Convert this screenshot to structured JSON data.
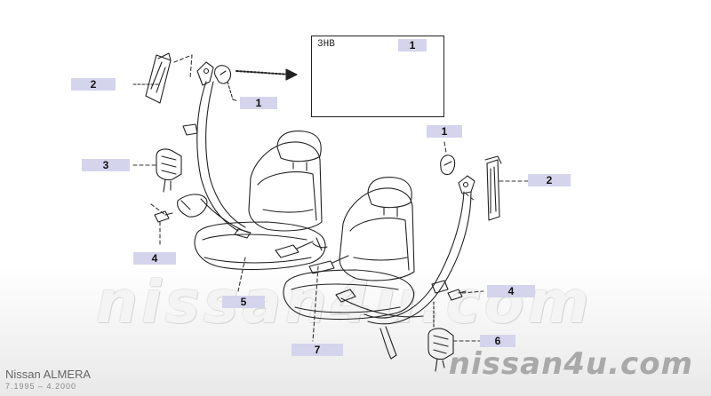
{
  "watermark": "nissan4u.com",
  "brand": "nissan4u.com",
  "model": {
    "name": "Nissan  ALMERA",
    "years": "7.1995  –  4.2000"
  },
  "inset": {
    "label": "3HB"
  },
  "callouts": [
    {
      "id": "c2-left",
      "label": "2"
    },
    {
      "id": "c1-left",
      "label": "1"
    },
    {
      "id": "c3-left",
      "label": "3"
    },
    {
      "id": "c4-left",
      "label": "4"
    },
    {
      "id": "c5",
      "label": "5"
    },
    {
      "id": "c1-inset",
      "label": "1"
    },
    {
      "id": "c1-right",
      "label": "1"
    },
    {
      "id": "c2-right",
      "label": "2"
    },
    {
      "id": "c4-right",
      "label": "4"
    },
    {
      "id": "c6",
      "label": "6"
    },
    {
      "id": "c7",
      "label": "7"
    }
  ]
}
